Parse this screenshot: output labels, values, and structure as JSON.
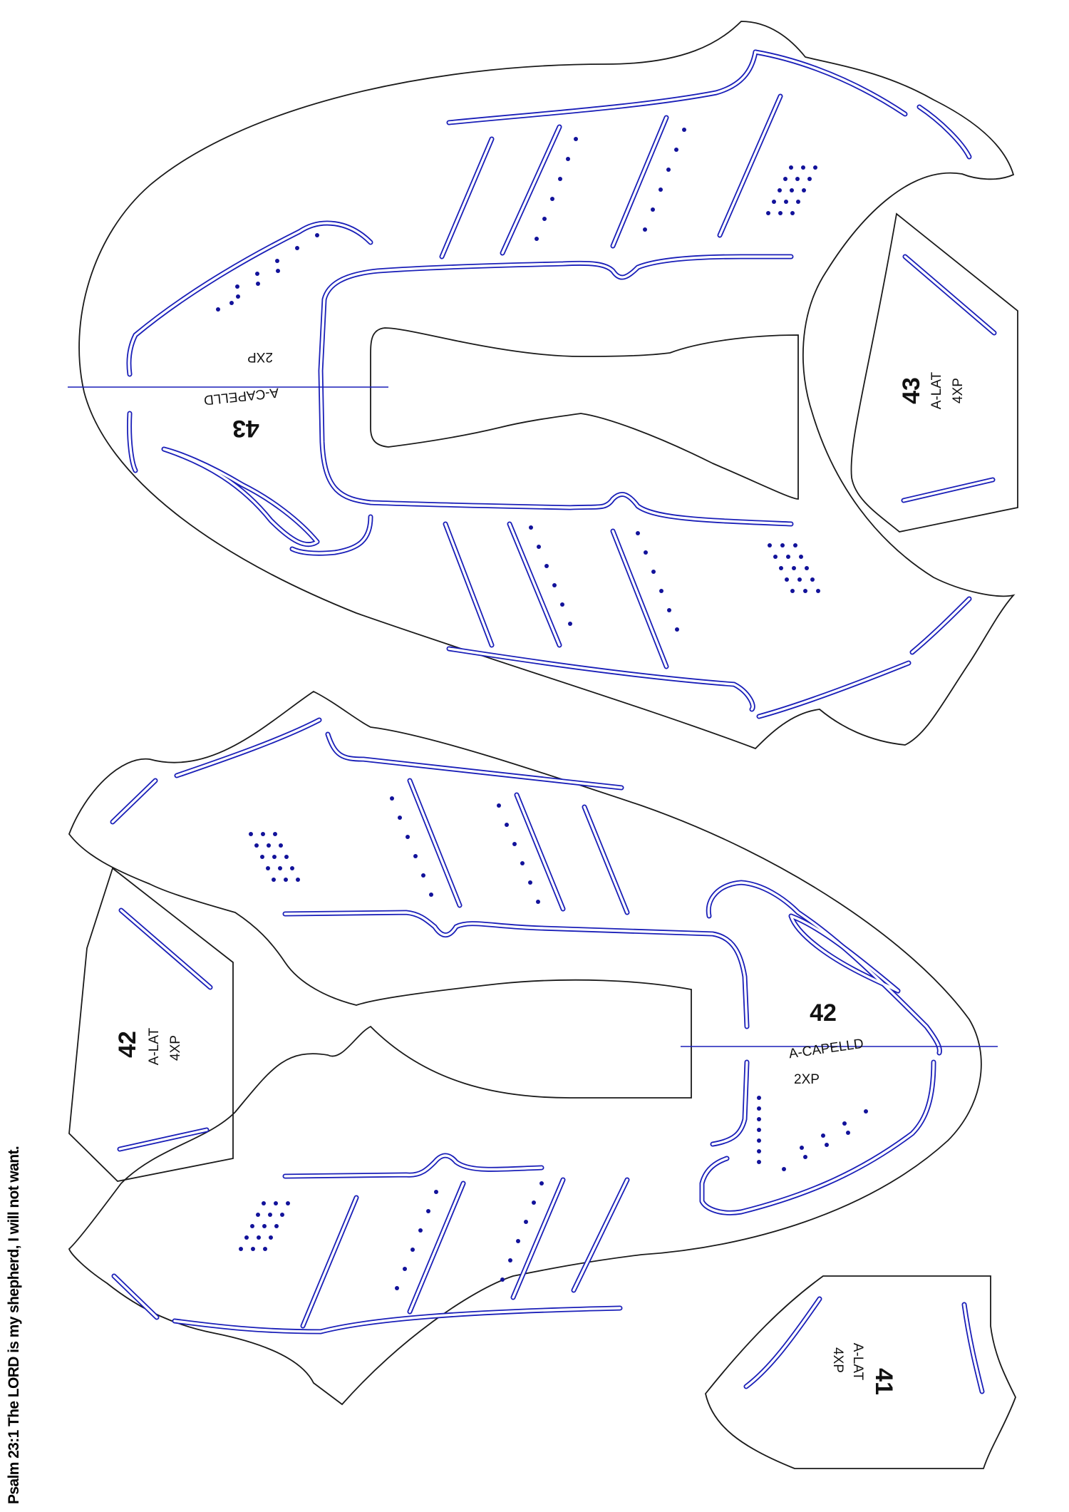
{
  "verse": "Psalm 23:1 The LORD is my shepherd, I will not want.",
  "colors": {
    "outline": "#1a1a1a",
    "stitch": "#1a1fb8",
    "dots": "#12129a"
  },
  "pieces": {
    "p43_main": {
      "number": "43",
      "name": "A-CAPELLD",
      "qty": "2XP"
    },
    "p43_lat": {
      "number": "43",
      "name": "A-LAT",
      "qty": "4XP"
    },
    "p42_main": {
      "number": "42",
      "name": "A-CAPELLD",
      "qty": "2XP"
    },
    "p42_lat": {
      "number": "42",
      "name": "A-LAT",
      "qty": "4XP"
    },
    "p41_lat": {
      "number": "41",
      "name": "A-LAT",
      "qty": "4XP"
    }
  }
}
